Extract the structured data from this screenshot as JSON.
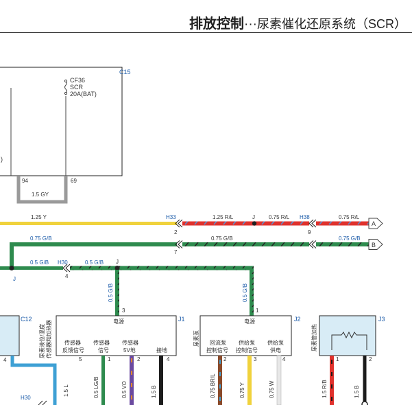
{
  "header": {
    "title_main": "排放控制",
    "title_dots": "···",
    "title_sub": "尿素催化还原系统（SCR）"
  },
  "fuse_box": {
    "ref": "C15",
    "fuse_name": "CF36",
    "fuse_label": "SCR",
    "fuse_rating": "20A(BAT)",
    "left_fragment": ")",
    "pin_left": "94",
    "pin_right": "69",
    "wire_loop": "1.5 GY"
  },
  "wires": {
    "yellow_left": "1.25 Y",
    "red_mid": "1.25 R/L",
    "red_mid2": "0.75 R/L",
    "red_right": "0.75 R/L",
    "green_left": "0.75 G/B",
    "green_mid": "0.75 G/B",
    "green_right": "0.75 G/B",
    "green_low1": "0.5 G/B",
    "green_low2": "0.5 G/B",
    "green_j1": "0.5 G/B",
    "green_j2": "0.5 G/B"
  },
  "connectors": {
    "h33": "H33",
    "h38": "H38",
    "h30": "H30",
    "h30_low": "H30",
    "j_mid": "J",
    "j_low": "J",
    "j_left": "J",
    "pin_2": "2",
    "pin_9": "9",
    "pin_7": "7",
    "pin_4": "4",
    "pin_3": "3",
    "pin_1": "1",
    "arrow_a": "A",
    "arrow_b": "B"
  },
  "c12": {
    "ref": "C12",
    "side_label_1": "尿素液位/温度",
    "side_label_2": "传感器和加热器",
    "pin": "4",
    "wire": "1.5 L"
  },
  "j1": {
    "ref": "J1",
    "power_label": "电源",
    "cells": [
      {
        "l1": "传感器",
        "l2": "反馈信号",
        "pin": "5"
      },
      {
        "l1": "传感器",
        "l2": "信号",
        "pin": "1"
      },
      {
        "l1": "传感器",
        "l2": "5V地",
        "pin": "2"
      },
      {
        "l1": "",
        "l2": "接地",
        "pin": "4"
      }
    ],
    "wires": [
      "0.5 LG/B",
      "0.5 VO",
      "1.5 B"
    ]
  },
  "j2": {
    "ref": "J2",
    "power_label": "电源",
    "side_label": "尿素泵",
    "cells": [
      {
        "l1": "回流泵",
        "l2": "控制信号",
        "pin": "2"
      },
      {
        "l1": "供给泵",
        "l2": "控制信号",
        "pin": "3"
      },
      {
        "l1": "供给泵",
        "l2": "供电",
        "pin": "4"
      }
    ],
    "wires": [
      "0.75 BR/L",
      "0.75 Y",
      "0.75 W"
    ]
  },
  "j3": {
    "ref": "J3",
    "side_label": "尿素管加热",
    "pin_1": "1",
    "pin_2": "2",
    "wires": [
      "1.5 R/B",
      "1.5 B"
    ]
  },
  "colors": {
    "red": "#e0322d",
    "yellow": "#f0d23c",
    "green": "#2e8b4e",
    "gray": "#9a9a9a",
    "blue": "#3ea0d4",
    "purple": "#6b4aa0",
    "black": "#1c1c1c",
    "connector_tint": "#d8ecf6",
    "label_blue": "#1a5aa8"
  }
}
